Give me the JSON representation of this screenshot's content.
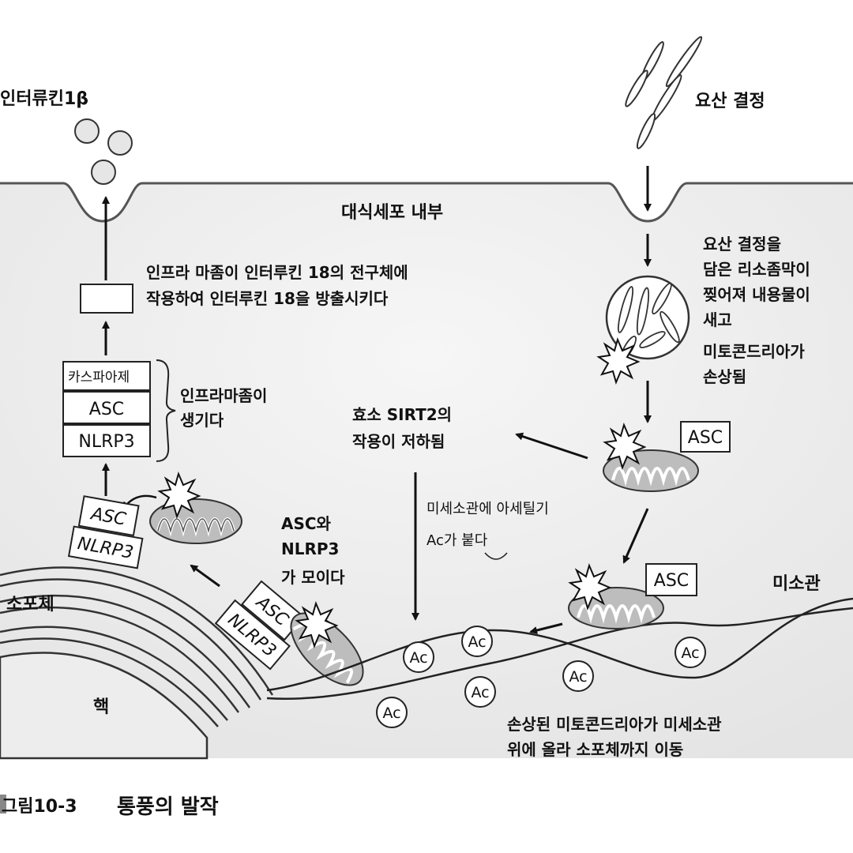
{
  "labels": {
    "interleukin": "인터류킨1β",
    "uric_crystal": "요산 결정",
    "cell_interior": "대식세포 내부",
    "inflammasome_action_1": "인프라 마좀이 인터루킨 18의 전구체에",
    "inflammasome_action_2": "작용하여 인터루킨 18을 방출시키다",
    "lysosome_1": "요산 결정을",
    "lysosome_2": "담은 리소좀막이",
    "lysosome_3": "찢어져 내용물이",
    "lysosome_4": "새고",
    "lysosome_5": "미토콘드리아가",
    "lysosome_6": "손상됨",
    "inflammasome_form_1": "인프라마좀이",
    "inflammasome_form_2": "생기다",
    "sirt2_1": "효소 SIRT2의",
    "sirt2_2": "작용이 저하됨",
    "acetyl_1": "미세소관에 아세틸기",
    "acetyl_2": "Ac가 붙다",
    "gather_1": "ASC와",
    "gather_2": "NLRP3",
    "gather_3": "가 모이다",
    "microtubule": "미소관",
    "er": "소포체",
    "nucleus": "핵",
    "move_1": "손상된 미토콘드리아가 미세소관",
    "move_2": "위에 올라 소포체까지 이동",
    "fig_num": "그림10-3",
    "fig_title": "통풍의 발작"
  },
  "stack": {
    "caspase": "카스파아제",
    "asc": "ASC",
    "nlrp3": "NLRP3"
  },
  "tags": {
    "asc": "ASC",
    "nlrp3": "NLRP3",
    "ac": "Ac"
  }
}
